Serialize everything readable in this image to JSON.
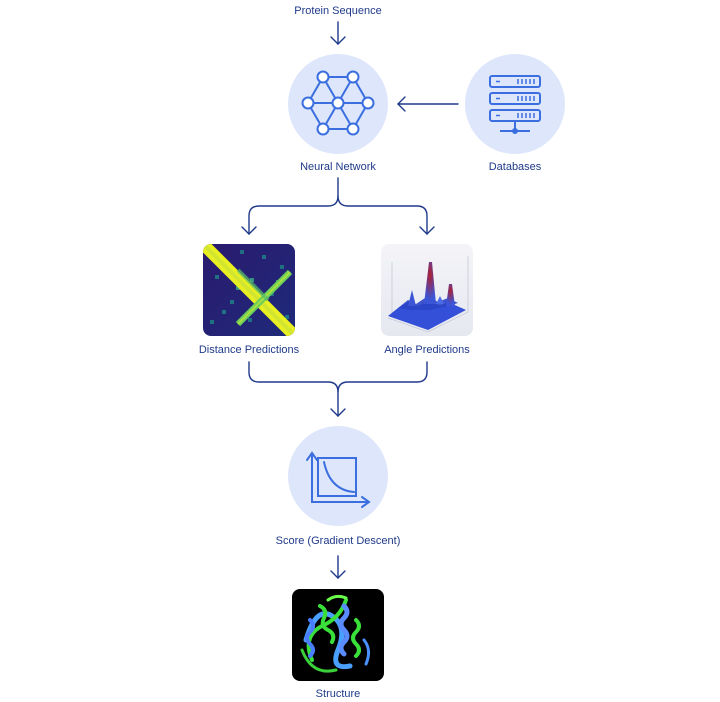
{
  "nodes": {
    "protein_sequence": "Protein Sequence",
    "neural_network": "Neural Network",
    "databases": "Databases",
    "distance_predictions": "Distance Predictions",
    "angle_predictions": "Angle Predictions",
    "score": "Score (Gradient Descent)",
    "structure": "Structure"
  },
  "icons": {
    "neural_network": "neural-network-icon",
    "databases": "server-rack-icon",
    "distance_predictions": "distance-heatmap-icon",
    "angle_predictions": "angle-surface-plot-icon",
    "score": "loss-curve-icon",
    "structure": "protein-ribbon-icon"
  },
  "colors": {
    "line": "#1f3a8a",
    "circle_fill": "#dde6fb",
    "icon_blue": "#3b6fe0"
  }
}
